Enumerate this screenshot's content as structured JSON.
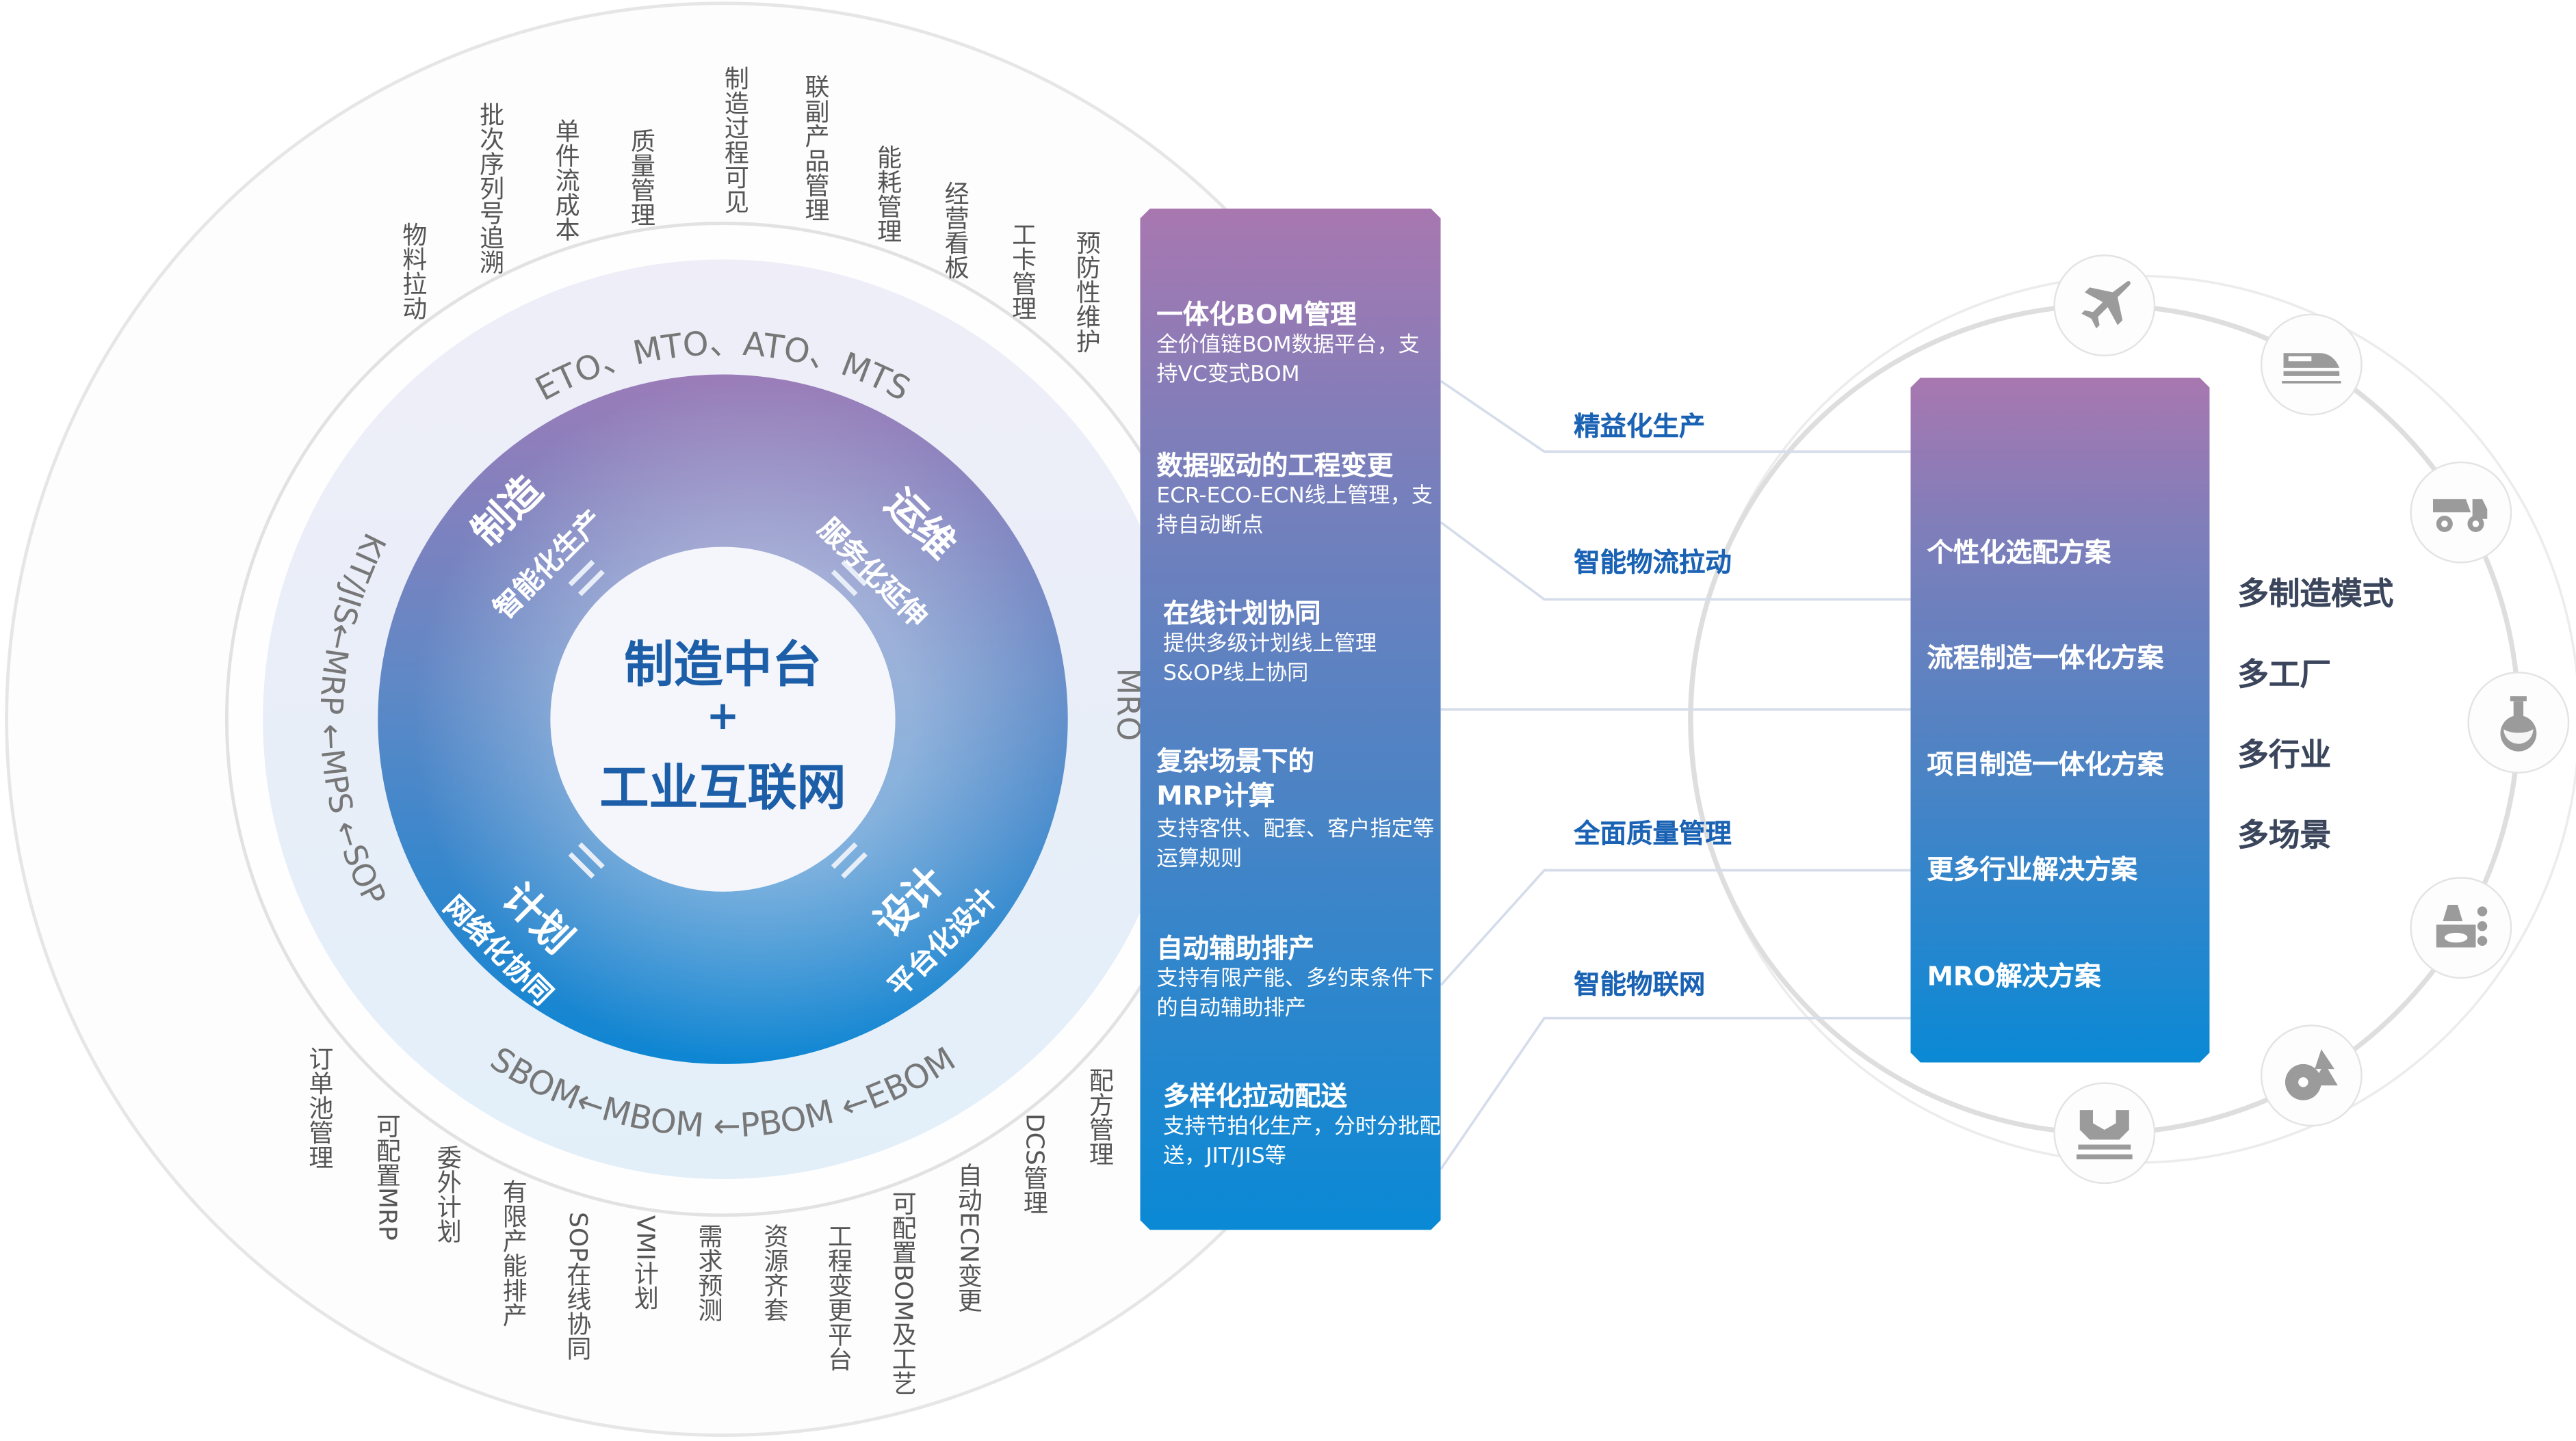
{
  "center": {
    "line1": "制造中台",
    "plus": "+",
    "line2": "工业互联网"
  },
  "quadrants": [
    {
      "title": "制造",
      "subtitle": "智能化生产"
    },
    {
      "title": "运维",
      "subtitle": "服务化延伸"
    },
    {
      "title": "计划",
      "subtitle": "网络化协同"
    },
    {
      "title": "设计",
      "subtitle": "平台化设计"
    }
  ],
  "arcs": {
    "top": "ETO、MTO、ATO、MTS",
    "left": "KIT/JIS←MRP ←MPS ←SOP",
    "bottom": "SBOM←MBOM ←PBOM ←EBOM",
    "right": "MRO"
  },
  "outer_top": [
    "物料拉动",
    "批次序列号追溯",
    "单件流成本",
    "质量管理",
    "制造过程可见",
    "联副产品管理",
    "能耗管理",
    "经营看板",
    "工卡管理",
    "预防性维护"
  ],
  "outer_bottom": [
    "订单池管理",
    "可配置MRP",
    "委外计划",
    "有限产能排产",
    "SOP在线协同",
    "VMI计划",
    "需求预测",
    "资源齐套",
    "工程变更平台",
    "可配置BOM及工艺",
    "自动ECN变更",
    "DCS管理",
    "配方管理"
  ],
  "features": [
    {
      "title": "一体化BOM管理",
      "desc": "全价值链BOM数据平台，支持VC变式BOM"
    },
    {
      "title": "数据驱动的工程变更",
      "desc": "ECR-ECO-ECN线上管理，支持自动断点"
    },
    {
      "title": "在线计划协同",
      "desc": "提供多级计划线上管理S&OP线上协同"
    },
    {
      "title": "复杂场景下的MRP计算",
      "desc": "支持客供、配套、客户指定等运算规则"
    },
    {
      "title": "自动辅助排产",
      "desc": "支持有限产能、多约束条件下的自动辅助排产"
    },
    {
      "title": "多样化拉动配送",
      "desc": "支持节拍化生产，分时分批配送，JIT/JIS等"
    }
  ],
  "connectors": [
    "精益化生产",
    "智能物流拉动",
    "全面质量管理",
    "智能物联网"
  ],
  "solutions": [
    "个性化选配方案",
    "流程制造一体化方案",
    "项目制造一体化方案",
    "更多行业解决方案",
    "MRO解决方案"
  ],
  "scopes": [
    "多制造模式",
    "多工厂",
    "多行业",
    "多场景"
  ],
  "industry_icons": [
    "airplane-icon",
    "train-icon",
    "mining-truck-icon",
    "flask-icon",
    "chemical-icon",
    "sawmill-icon",
    "machinery-icon"
  ],
  "colors": {
    "gradient_top": "#a877b0",
    "gradient_bottom": "#0a89d5",
    "center_text": "#1c5ea8",
    "connector_text": "#1a62b4",
    "icon_grey": "#9b9b9b"
  }
}
